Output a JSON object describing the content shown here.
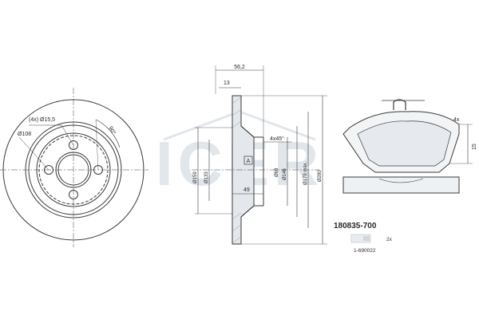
{
  "watermark": {
    "text": "ICER",
    "color": "#c9d2db"
  },
  "colors": {
    "line": "#3a3a3a",
    "hatch": "#7a8796",
    "accent": "#9fb0c0"
  },
  "disc_front": {
    "bolt_spec": "(4x) Ø15,5",
    "pcd": "Ø108",
    "angle": "90°"
  },
  "disc_section": {
    "overall_width": "56,2",
    "thickness": "13",
    "chamfer": "4x45°",
    "datum": "A",
    "dia_159": "Ø159",
    "dia_133": "Ø133",
    "dia_68": "Ø68",
    "dia_146": "Ø146",
    "dia_179": "Ø179 máx.",
    "dia_280": "Ø280",
    "depth_49": "49"
  },
  "pad": {
    "count": "4x",
    "thickness": "15"
  },
  "product": {
    "ref": "180835-700",
    "qty": "2x",
    "part": "1-690022"
  }
}
